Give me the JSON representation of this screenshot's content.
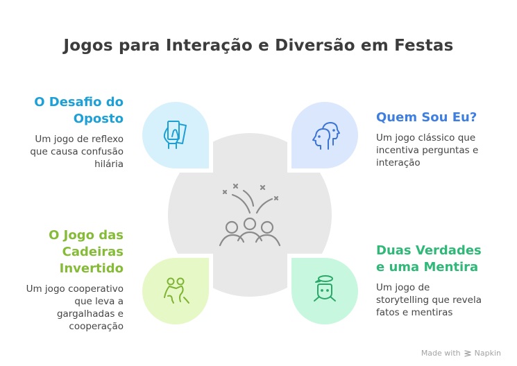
{
  "title": "Jogos para Interação e Diversão em Festas",
  "center": {
    "icon": "party-celebration-icon"
  },
  "items": [
    {
      "title_line1": "O Desafio do",
      "title_line2": "Oposto",
      "desc_line1": "Um jogo de reflexo",
      "desc_line2": "que causa confusão",
      "desc_line3": "hilária",
      "icon": "hand-holding-cards-icon",
      "color": "#1ea0d6",
      "bg": "#d6f1fb"
    },
    {
      "title_line1": "Quem Sou Eu?",
      "desc_line1": "Um jogo clássico que",
      "desc_line2": "incentiva perguntas e",
      "desc_line3": "interação",
      "icon": "two-heads-icon",
      "color": "#3d7ee0",
      "bg": "#dbe7fc"
    },
    {
      "title_line1": "O Jogo das",
      "title_line2": "Cadeiras",
      "title_line3": "Invertido",
      "desc_line1": "Um jogo cooperativo",
      "desc_line2": "que leva a",
      "desc_line3": "gargalhadas e",
      "desc_line4": "cooperação",
      "icon": "two-people-holding-hands-icon",
      "color": "#86bb38",
      "bg": "#e6f8c6"
    },
    {
      "title_line1": "Duas Verdades",
      "title_line2": "e uma Mentira",
      "desc_line1": "Um jogo de",
      "desc_line2": "storytelling que revela",
      "desc_line3": "fatos e mentiras",
      "icon": "person-thinking-bubble-icon",
      "color": "#2fb877",
      "bg": "#c8f7df"
    }
  ],
  "footer": {
    "made_with": "Made with",
    "brand": "Napkin"
  }
}
